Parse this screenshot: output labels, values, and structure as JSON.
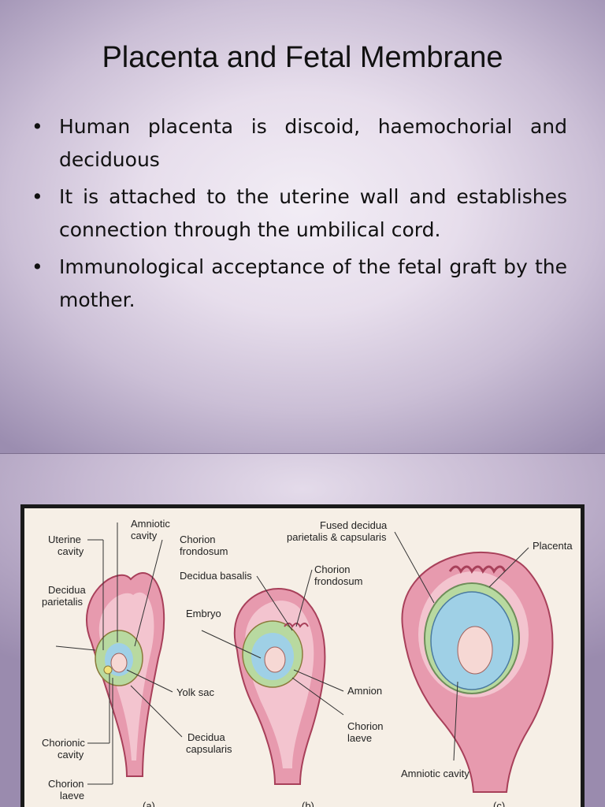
{
  "slide1": {
    "title": "Placenta and Fetal Membrane",
    "bullets": [
      " Human placenta is discoid, haemochorial and deciduous",
      "It is attached to the uterine wall and establishes connection through the umbilical cord.",
      "Immunological acceptance of the fetal graft by the mother."
    ],
    "bullet_glyph": "•"
  },
  "figure": {
    "labels": {
      "amniotic_cavity": "Amniotic",
      "amniotic_cavity2": "cavity",
      "uterine_cavity": "Uterine",
      "uterine_cavity2": "cavity",
      "chorion_frondosum_a": "Chorion",
      "chorion_frondosum_a2": "frondosum",
      "decidua_basalis": "Decidua basalis",
      "decidua_parietalis": "Decidua",
      "decidua_parietalis2": "parietalis",
      "embryo": "Embryo",
      "yolk_sac": "Yolk sac",
      "chorionic_cavity": "Chorionic",
      "chorionic_cavity2": "cavity",
      "chorion_laeve_a": "Chorion",
      "chorion_laeve_a2": "laeve",
      "decidua_capsularis": "Decidua",
      "decidua_capsularis2": "capsularis",
      "fused_decidua": "Fused decidua",
      "fused_decidua2": "parietalis & capsularis",
      "chorion_frondosum_b": "Chorion",
      "chorion_frondosum_b2": "frondosum",
      "placenta": "Placenta",
      "amnion": "Amnion",
      "chorion_laeve_b": "Chorion",
      "chorion_laeve_b2": "laeve",
      "amniotic_cavity_c": "Amniotic cavity",
      "panel_a": "(a)",
      "panel_b": "(b)",
      "panel_c": "(c)"
    },
    "colors": {
      "uterus": "#e79aae",
      "uterus_outline": "#a8405a",
      "decidua": "#f3c4cf",
      "chorion": "#b8d9a0",
      "amnion_fluid": "#9fd0e6",
      "embryo": "#f6d8d4",
      "yolk": "#f2e27a"
    }
  }
}
